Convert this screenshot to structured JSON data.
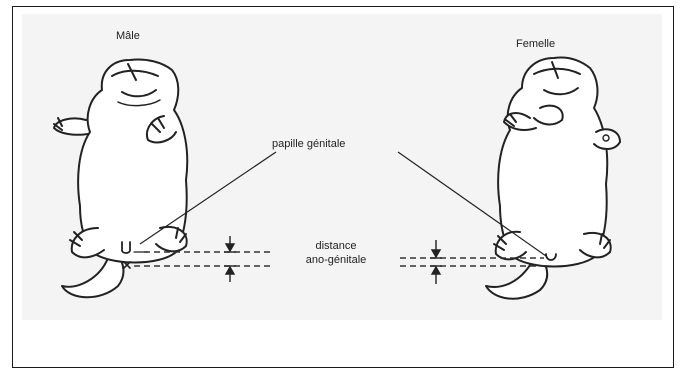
{
  "labels": {
    "male": "Mâle",
    "female": "Femelle",
    "genital_papilla": "papille génitale",
    "distance_line1": "distance",
    "distance_line2": "ano-génitale"
  }
}
